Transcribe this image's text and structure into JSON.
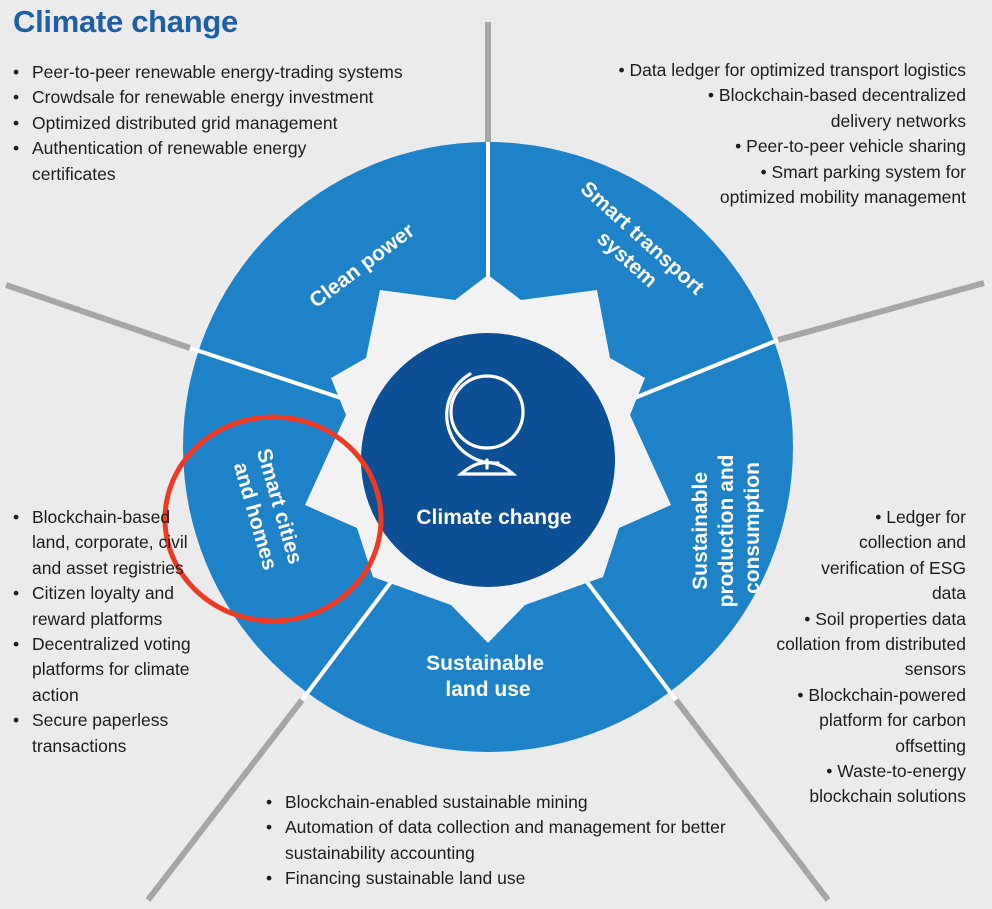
{
  "title": "Climate change",
  "center": {
    "label": "Climate change",
    "icon": "globe-icon"
  },
  "segments": {
    "clean_power": {
      "label": "Clean power",
      "bullets": [
        "Peer-to-peer renewable energy-trading systems",
        "Crowdsale for renewable energy investment",
        "Optimized distributed grid management",
        "Authentication of renewable energy certificates"
      ]
    },
    "smart_transport": {
      "label_lines": [
        "Smart transport",
        "system"
      ],
      "bullets": [
        "Data ledger for optimized transport logistics",
        "Blockchain-based decentralized delivery networks",
        "Peer-to-peer vehicle sharing",
        "Smart parking system for optimized mobility management"
      ]
    },
    "sustainable_production": {
      "label_lines": [
        "Sustainable",
        "production and",
        "consumption"
      ],
      "bullets": [
        "Ledger for collection and verification of ESG data",
        "Soil properties data collation from distributed sensors",
        "Blockchain-powered platform for carbon offsetting",
        "Waste-to-energy blockchain solutions"
      ]
    },
    "sustainable_land_use": {
      "label_lines": [
        "Sustainable",
        "land use"
      ],
      "bullets": [
        "Blockchain-enabled sustainable mining",
        "Automation of data collection and management for better sustainability accounting",
        "Financing sustainable land use"
      ]
    },
    "smart_cities": {
      "label_lines": [
        "Smart cities",
        "and homes"
      ],
      "bullets": [
        "Blockchain-based land, corporate, civil and asset registries",
        "Citizen loyalty and reward platforms",
        "Decentralized voting platforms for climate action",
        "Secure paperless transactions"
      ]
    }
  },
  "colors": {
    "background": "#ebebec",
    "title": "#1f5fa6",
    "ring": "#1e82c8",
    "inner_ring": "#f2f2f2",
    "center": "#0c4f94",
    "spokes": "#a6a6a6",
    "highlight_circle": "#ee3a24"
  }
}
